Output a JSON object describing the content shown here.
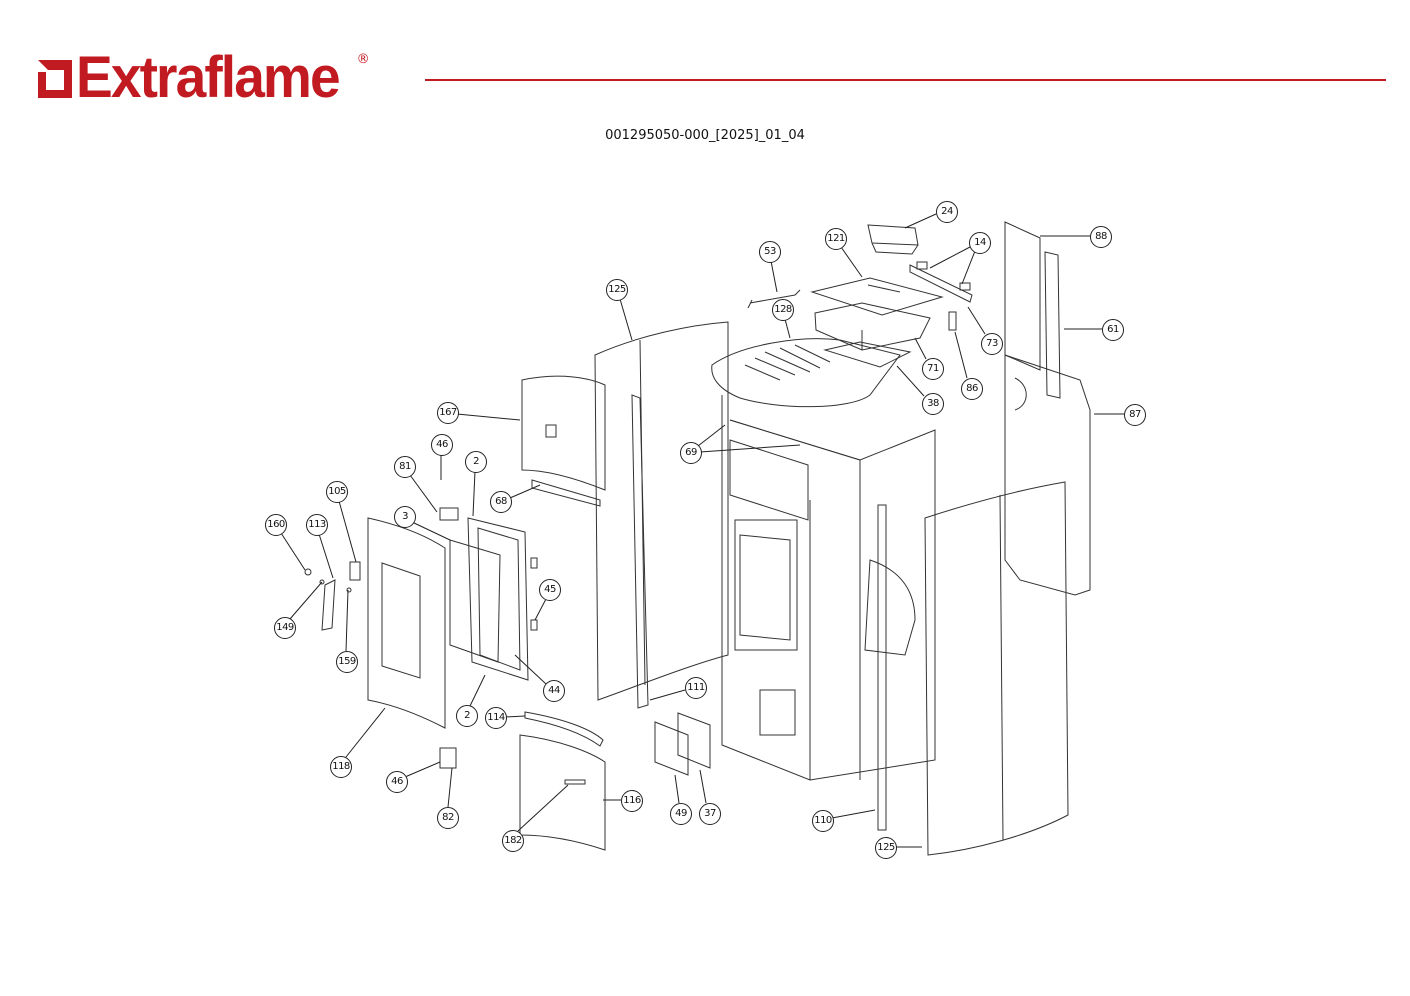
{
  "brand": {
    "name": "Extraflame",
    "registered": "®",
    "color": "#c21a21"
  },
  "document_code": "001295050-000_[2025]_01_04",
  "callouts": [
    {
      "id": "24"
    },
    {
      "id": "121"
    },
    {
      "id": "53"
    },
    {
      "id": "14"
    },
    {
      "id": "88"
    },
    {
      "id": "128"
    },
    {
      "id": "125"
    },
    {
      "id": "61"
    },
    {
      "id": "73"
    },
    {
      "id": "71"
    },
    {
      "id": "86"
    },
    {
      "id": "38"
    },
    {
      "id": "167"
    },
    {
      "id": "87"
    },
    {
      "id": "69"
    },
    {
      "id": "46"
    },
    {
      "id": "2"
    },
    {
      "id": "81"
    },
    {
      "id": "68"
    },
    {
      "id": "105"
    },
    {
      "id": "3"
    },
    {
      "id": "160"
    },
    {
      "id": "113"
    },
    {
      "id": "45"
    },
    {
      "id": "149"
    },
    {
      "id": "159"
    },
    {
      "id": "111"
    },
    {
      "id": "44"
    },
    {
      "id": "2"
    },
    {
      "id": "114"
    },
    {
      "id": "118"
    },
    {
      "id": "46"
    },
    {
      "id": "116"
    },
    {
      "id": "82"
    },
    {
      "id": "49"
    },
    {
      "id": "37"
    },
    {
      "id": "110"
    },
    {
      "id": "182"
    },
    {
      "id": "125"
    }
  ]
}
